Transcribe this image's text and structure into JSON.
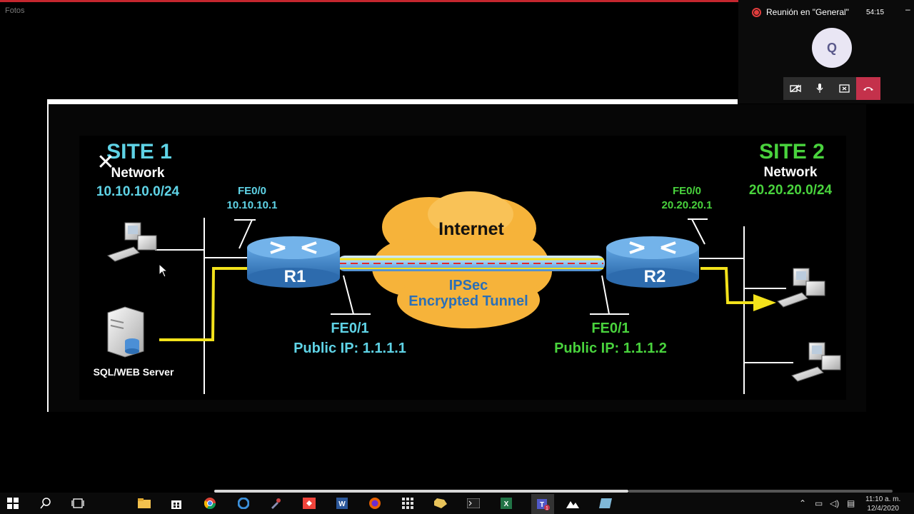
{
  "app": {
    "title": "Fotos"
  },
  "meeting": {
    "title": "Reunión en \"General\"",
    "time": "54:15",
    "avatar_initial": "Q",
    "controls": [
      "video-off-icon",
      "mic-icon",
      "share-screen-icon",
      "hang-up-icon"
    ]
  },
  "diagram": {
    "site1": {
      "title": "SITE 1",
      "net_label": "Network",
      "network": "10.10.10.0/24",
      "server_label": "SQL/WEB Server"
    },
    "site2": {
      "title": "SITE 2",
      "net_label": "Network",
      "network": "20.20.20.0/24"
    },
    "r1": {
      "name": "R1",
      "fe00": "FE0/0",
      "fe00_ip": "10.10.10.1",
      "fe01": "FE0/1",
      "public_ip": "Public IP: 1.1.1.1"
    },
    "r2": {
      "name": "R2",
      "fe00": "FE0/0",
      "fe00_ip": "20.20.20.1",
      "fe01": "FE0/1",
      "public_ip": "Public IP: 1.1.1.2"
    },
    "cloud": "Internet",
    "tunnel_line1": "IPSec",
    "tunnel_line2": "Encrypted Tunnel",
    "colors": {
      "site1": "#5fd3e6",
      "site2": "#49d33d",
      "cloud": "#f6b33a",
      "router": "#3f86c8",
      "yellow": "#f3e21b"
    }
  },
  "taskbar": {
    "apps": [
      "windows-start-icon",
      "search-icon",
      "task-view-icon",
      "file-explorer-icon",
      "store-icon",
      "chrome-icon",
      "edge-icon",
      "tool-icon",
      "anydesk-icon",
      "word-icon",
      "firefox-icon",
      "calculator-icon",
      "folder-icon",
      "terminal-icon",
      "excel-icon",
      "teams-icon",
      "photos-icon",
      "app-icon"
    ],
    "teams_badge": "1",
    "clock_time": "11:10 a. m.",
    "clock_date": "12/4/2020"
  }
}
